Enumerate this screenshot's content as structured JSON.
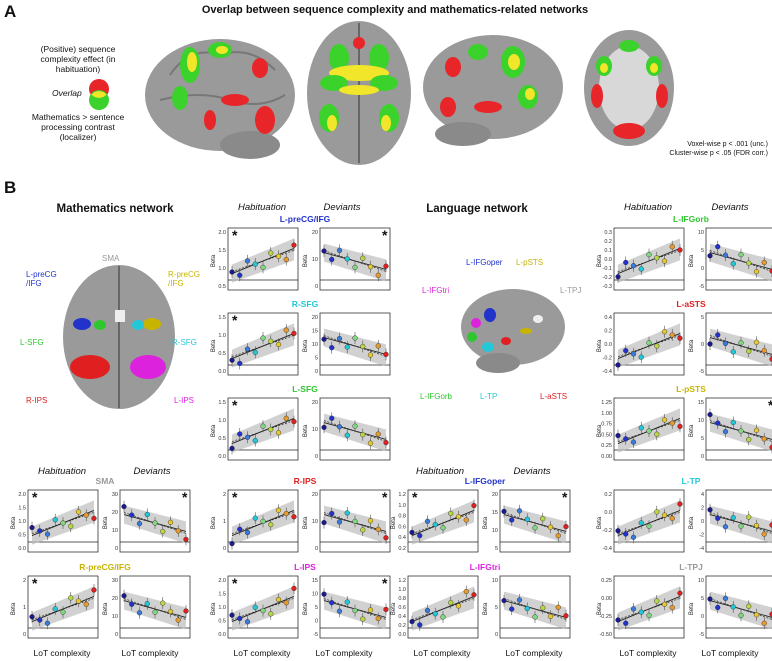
{
  "panelA": {
    "letter": "A",
    "title": "Overlap between sequence complexity and mathematics-related networks",
    "legend_seq": "(Positive) sequence complexity effect (in habituation)",
    "legend_overlap": "Overlap",
    "legend_math": "Mathematics > sentence processing contrast (localizer)",
    "stats_line1": "Voxel-wise p < .001 (unc.)",
    "stats_line2": "Cluster-wise p < .05 (FDR corr.)",
    "colors": {
      "seq": "#e8262a",
      "math": "#3cd22c",
      "overlap": "#f1e62a"
    }
  },
  "panelB": {
    "letter": "B",
    "math_title": "Mathematics network",
    "lang_title": "Language network",
    "habituation": "Habituation",
    "deviants": "Deviants",
    "xlabel": "LoT complexity",
    "ylabel": "Beta",
    "asterisk": "*",
    "math_regions": {
      "sma": "SMA",
      "lprecg": "L-preCG /IFG",
      "rprecg": "R-preCG /IFG",
      "lsfg": "L-SFG",
      "rsfg": "R-SFG",
      "rips": "R-IPS",
      "lips": "L-IPS"
    },
    "lang_regions": {
      "lifgoper": "L-IFGoper",
      "lpsts": "L-pSTS",
      "lifgtri": "L-IFGtri",
      "ltpj": "L-TPJ",
      "lifgorb": "L-IFGorb",
      "ltp": "L-TP",
      "lasts": "L-aSTS"
    },
    "plots": [
      {
        "id": "sma",
        "label": "SMA",
        "color": "#999999",
        "hab_ticks": [
          "0.0",
          "0.5",
          "1.0",
          "1.5",
          "2.0"
        ],
        "dev_ticks": [
          "0",
          "10",
          "20",
          "30"
        ],
        "hab_star": true,
        "dev_star": true
      },
      {
        "id": "rprecg",
        "label": "R-preCG/IFG",
        "color": "#c8b400",
        "hab_ticks": [
          "0",
          "1",
          "2"
        ],
        "dev_ticks": [
          "0",
          "10",
          "20",
          "30"
        ],
        "hab_star": true,
        "dev_star": false
      },
      {
        "id": "lprecg",
        "label": "L-preCG/IFG",
        "color": "#2233cc",
        "hab_ticks": [
          "0.5",
          "1.0",
          "1.5",
          "2.0"
        ],
        "dev_ticks": [
          "0",
          "10",
          "20"
        ],
        "hab_star": true,
        "dev_star": true
      },
      {
        "id": "rsfg",
        "label": "R-SFG",
        "color": "#22c8d8",
        "hab_ticks": [
          "0.0",
          "0.5",
          "1.0",
          "1.5"
        ],
        "dev_ticks": [
          "0",
          "5",
          "10",
          "15",
          "20"
        ],
        "hab_star": true,
        "dev_star": false
      },
      {
        "id": "lsfg",
        "label": "L-SFG",
        "color": "#2ec82e",
        "hab_ticks": [
          "0.0",
          "0.5",
          "1.0",
          "1.5"
        ],
        "dev_ticks": [
          "0",
          "10",
          "20"
        ],
        "hab_star": true,
        "dev_star": false
      },
      {
        "id": "rips",
        "label": "R-IPS",
        "color": "#e02020",
        "hab_ticks": [
          "0",
          "1",
          "2"
        ],
        "dev_ticks": [
          "0",
          "10",
          "20"
        ],
        "hab_star": true,
        "dev_star": true
      },
      {
        "id": "lips",
        "label": "L-IPS",
        "color": "#dd22dd",
        "hab_ticks": [
          "0.0",
          "0.5",
          "1.0",
          "1.5",
          "2.0"
        ],
        "dev_ticks": [
          "-5",
          "0",
          "5",
          "10",
          "15"
        ],
        "hab_star": true,
        "dev_star": true
      },
      {
        "id": "lifgoper",
        "label": "L-IFGoper",
        "color": "#2233cc",
        "hab_ticks": [
          "0.2",
          "0.4",
          "0.6",
          "0.8",
          "1.0",
          "1.2"
        ],
        "dev_ticks": [
          "5",
          "10",
          "15",
          "20"
        ],
        "hab_star": true,
        "dev_star": true
      },
      {
        "id": "lifgtri",
        "label": "L-IFGtri",
        "color": "#dd22dd",
        "hab_ticks": [
          "0.0",
          "0.2",
          "0.4",
          "0.6",
          "0.8",
          "1.0",
          "1.2"
        ],
        "dev_ticks": [
          "0",
          "5",
          "10"
        ],
        "hab_star": false,
        "dev_star": false
      },
      {
        "id": "lifgorb",
        "label": "L-IFGorb",
        "color": "#2ec82e",
        "hab_ticks": [
          "-0.3",
          "-0.2",
          "-0.1",
          "0.0",
          "0.1",
          "0.2",
          "0.3"
        ],
        "dev_ticks": [
          "-5",
          "0",
          "5",
          "10"
        ],
        "hab_star": false,
        "dev_star": false
      },
      {
        "id": "lasts",
        "label": "L-aSTS",
        "color": "#e02020",
        "hab_ticks": [
          "-0.4",
          "-0.2",
          "0.0",
          "0.2",
          "0.4"
        ],
        "dev_ticks": [
          "-5",
          "0",
          "5"
        ],
        "hab_star": false,
        "dev_star": false
      },
      {
        "id": "lpsts",
        "label": "L-pSTS",
        "color": "#c8b400",
        "hab_ticks": [
          "0.00",
          "0.25",
          "0.50",
          "0.75",
          "1.00",
          "1.25"
        ],
        "dev_ticks": [
          "0",
          "5",
          "10",
          "15"
        ],
        "hab_star": false,
        "dev_star": true
      },
      {
        "id": "ltp",
        "label": "L-TP",
        "color": "#22c8d8",
        "hab_ticks": [
          "-0.4",
          "-0.2",
          "0.0",
          "0.2"
        ],
        "dev_ticks": [
          "-4",
          "-2",
          "0",
          "2",
          "4"
        ],
        "hab_star": false,
        "dev_star": false
      },
      {
        "id": "ltpj",
        "label": "L-TPJ",
        "color": "#999999",
        "hab_ticks": [
          "-0.50",
          "-0.25",
          "0.00",
          "0.25"
        ],
        "dev_ticks": [
          "-5",
          "0",
          "5",
          "10"
        ],
        "hab_star": false,
        "dev_star": false
      }
    ]
  }
}
